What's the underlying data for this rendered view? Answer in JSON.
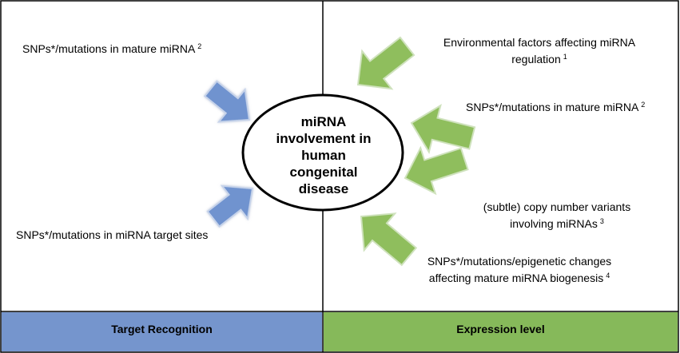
{
  "center": {
    "lines": [
      "miRNA",
      "involvement in",
      "human",
      "congenital",
      "disease"
    ]
  },
  "left": {
    "items": [
      {
        "text": "SNPs*/mutations in mature miRNA",
        "ref": "2"
      },
      {
        "text": "SNPs*/mutations in miRNA target sites",
        "ref": ""
      }
    ]
  },
  "right": {
    "items": [
      {
        "lines": [
          "Environmental factors affecting miRNA",
          "regulation"
        ],
        "ref": "1"
      },
      {
        "lines": [
          "SNPs*/mutations in mature miRNA"
        ],
        "ref": "2"
      },
      {
        "lines": [
          "(subtle) copy number variants",
          "involving miRNAs"
        ],
        "ref": "3"
      },
      {
        "lines": [
          "SNPs*/mutations/epigenetic changes",
          "affecting mature miRNA biogenesis"
        ],
        "ref": "4"
      }
    ]
  },
  "footer": {
    "left_label": "Target Recognition",
    "right_label": "Expression level"
  },
  "colors": {
    "blue_arrow": "#6f93cf",
    "green_arrow": "#8fbe5d",
    "footer_blue": "#7595cd",
    "footer_green": "#86b95a",
    "border": "#000000"
  }
}
